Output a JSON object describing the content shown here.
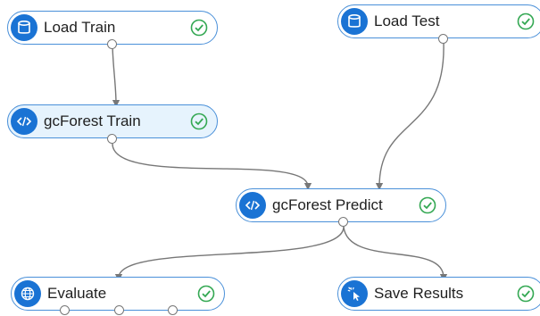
{
  "colors": {
    "node_border": "#4a90d9",
    "icon_fill": "#1a73d4",
    "success_check": "#34a853",
    "edge": "#777777",
    "selected_fill": "#e6f3fd"
  },
  "nodes": {
    "load_train": {
      "label": "Load Train",
      "icon": "database-icon",
      "status": "success"
    },
    "load_test": {
      "label": "Load Test",
      "icon": "database-icon",
      "status": "success"
    },
    "gcforest_train": {
      "label": "gcForest Train",
      "icon": "code-icon",
      "status": "success",
      "selected": true
    },
    "gcforest_predict": {
      "label": "gcForest Predict",
      "icon": "code-icon",
      "status": "success"
    },
    "evaluate": {
      "label": "Evaluate",
      "icon": "globe-icon",
      "status": "success"
    },
    "save_results": {
      "label": "Save Results",
      "icon": "cursor-click-icon",
      "status": "success"
    }
  },
  "edges": [
    {
      "from": "load_train",
      "to": "gcforest_train"
    },
    {
      "from": "gcforest_train",
      "to": "gcforest_predict"
    },
    {
      "from": "load_test",
      "to": "gcforest_predict"
    },
    {
      "from": "gcforest_predict",
      "to": "evaluate"
    },
    {
      "from": "gcforest_predict",
      "to": "save_results"
    }
  ]
}
